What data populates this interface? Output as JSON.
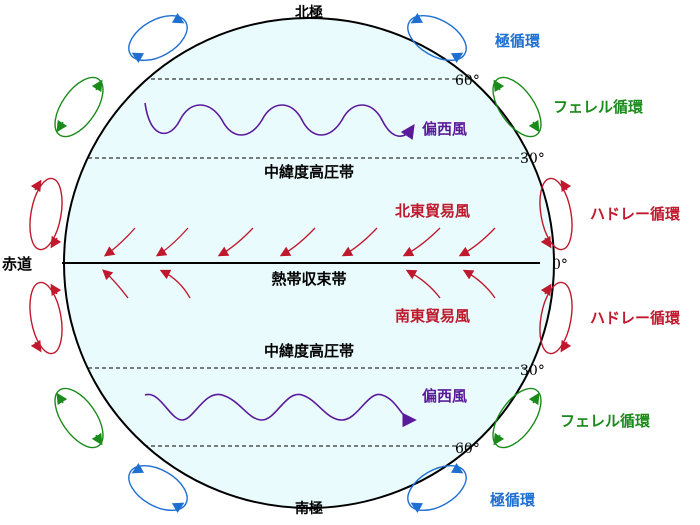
{
  "poles": {
    "north": "北極",
    "south": "南極"
  },
  "equator_label": "赤道",
  "zones": {
    "mid_high_n": "中緯度高圧帯",
    "itcz": "熱帯収束帯",
    "mid_high_s": "中緯度高圧帯"
  },
  "winds": {
    "westerlies_n": "偏西風",
    "westerlies_s": "偏西風",
    "ne_trade": "北東貿易風",
    "se_trade": "南東貿易風"
  },
  "latitudes": {
    "n60": "60°",
    "n30": "30°",
    "eq": "0°",
    "s30": "30°",
    "s60": "60°"
  },
  "cells": {
    "polar_n": "極循環",
    "ferrel_n": "フェレル循環",
    "hadley_n": "ハドレー循環",
    "hadley_s": "ハドレー循環",
    "ferrel_s": "フェレル循環",
    "polar_s": "極循環"
  },
  "colors": {
    "globe_fill": "#e9fbfd",
    "polar": "#1f6fd1",
    "ferrel": "#1a8a1a",
    "hadley": "#c0182c",
    "westerly": "#5a1a9a",
    "trade": "#c0182c"
  }
}
